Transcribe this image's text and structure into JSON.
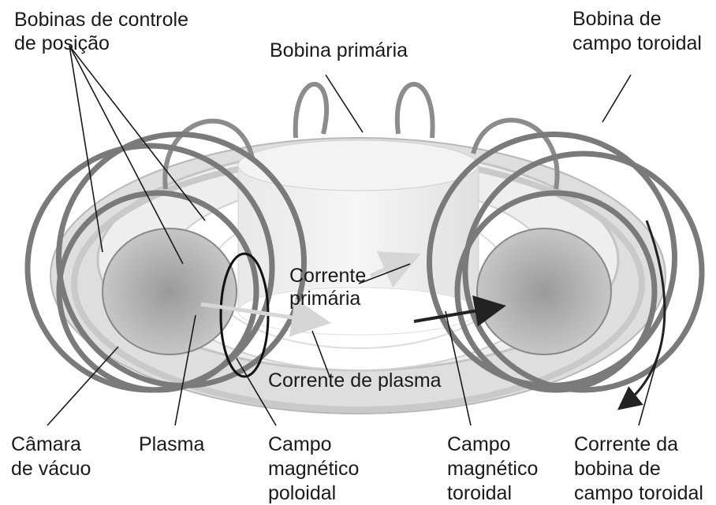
{
  "labels": {
    "position_coils": [
      "Bobinas de controle",
      "de posição"
    ],
    "primary_coil": "Bobina primária",
    "toroidal_coil": [
      "Bobina de",
      "campo toroidal"
    ],
    "primary_current": [
      "Corrente",
      "primária"
    ],
    "plasma_current": "Corrente de plasma",
    "vacuum_chamber": [
      "Câmara",
      "de vácuo"
    ],
    "plasma": "Plasma",
    "poloidal_field": [
      "Campo",
      "magnético",
      "poloidal"
    ],
    "toroidal_field": [
      "Campo",
      "magnético",
      "toroidal"
    ],
    "toroidal_coil_current": [
      "Corrente da",
      "bobina de",
      "campo toroidal"
    ]
  }
}
